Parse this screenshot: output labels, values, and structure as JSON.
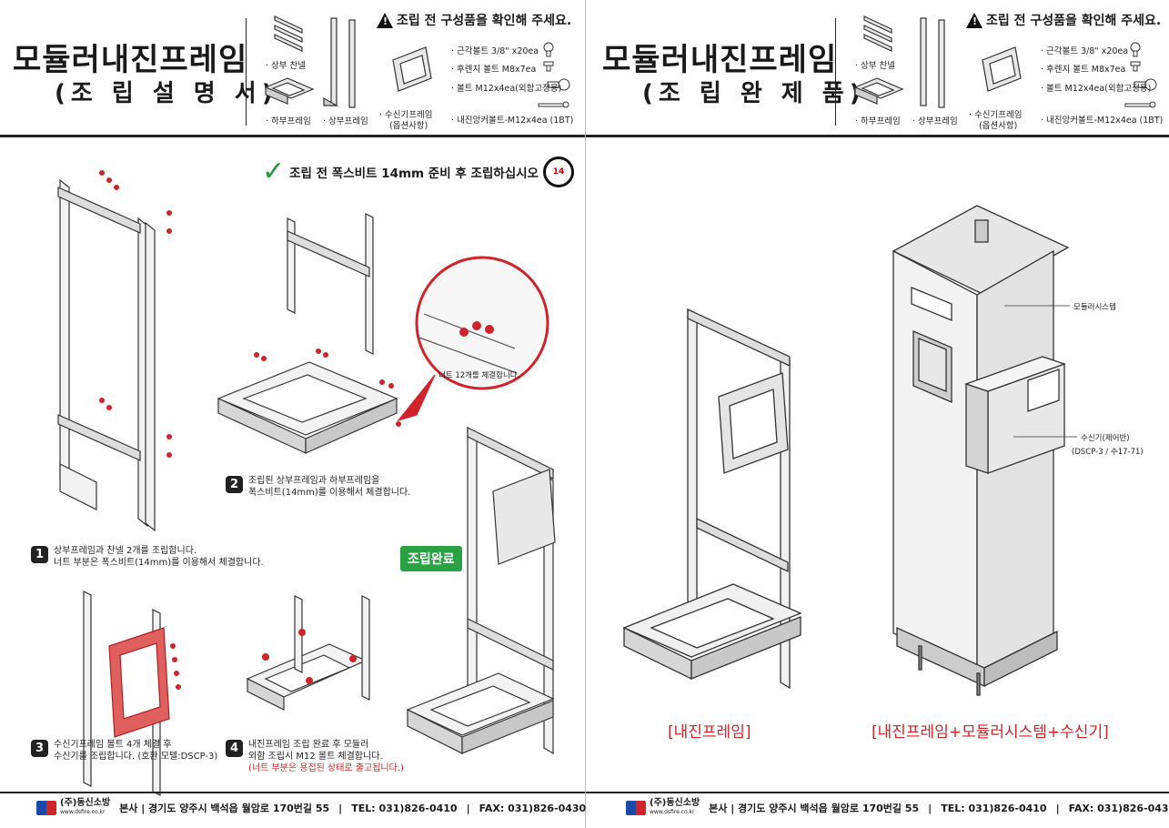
{
  "left": {
    "title": "모듈러내진프레임",
    "subtitle": "(조 립 설 명 서)",
    "warning": "조립 전 구성품을 확인해 주세요.",
    "parts": [
      "· 상부 찬넬",
      "· 하부프레임",
      "· 상부프레임",
      "· 수신기프레임",
      "(옵션사항)"
    ],
    "hardware": [
      "· 근각볼트 3/8\" x20ea",
      "· 후렌지 볼트 M8x7ea",
      "· 볼트 M12x4ea(외함고정용)",
      "· 내진앙커볼트-M12x4ea (1BT)"
    ],
    "tool_hint": "조립 전 폭스비트 14mm 준비 후 조립하십시오",
    "socket_size": "14",
    "nut_callout": "너트 12개를 체결합니다.",
    "done_label": "조립완료",
    "steps": [
      {
        "num": "1",
        "line1": "상부프레임과 찬넬 2개를 조립합니다.",
        "line2": "너트 부분은 폭스비트(14mm)를 이용해서 체결합니다."
      },
      {
        "num": "2",
        "line1": "조립된 상부프레임과 하부프레임을",
        "line2": "폭스비트(14mm)를 이용해서 체결합니다."
      },
      {
        "num": "3",
        "line1": "수신기프레임 볼트 4개 체결 후",
        "line2": "수신기를 조립합니다. (호환 모델:DSCP-3)"
      },
      {
        "num": "4",
        "line1": "내진프레임 조립 완료 후 모듈러",
        "line2": "외함 조립시 M12 볼트 체결합니다.",
        "line3": "(너트 부분은 용접된 상태로 출고됩니다.)"
      }
    ]
  },
  "right": {
    "title": "모듈러내진프레임",
    "subtitle": "(조 립 완 제 품)",
    "warning": "조립 전 구성품을 확인해 주세요.",
    "parts": [
      "· 상부 찬넬",
      "· 하부프레임",
      "· 상부프레임",
      "· 수신기프레임",
      "(옵션사항)"
    ],
    "hardware": [
      "· 근각볼트 3/8\" x20ea",
      "· 후렌지 볼트 M8x7ea",
      "· 볼트 M12x4ea(외함고정용)",
      "· 내진앙커볼트-M12x4ea (1BT)"
    ],
    "callout_system": "모듈러시스템",
    "callout_receiver": "수신기(제어반)",
    "callout_models": "(DSCP-3 / 수17-71)",
    "caption_frame": "[내진프레임]",
    "caption_full": "[내진프레임+모듈러시스템+수신기]"
  },
  "footer": {
    "company": "(주)동신소방",
    "website": "www.dsfire.co.kr",
    "address": "본사 | 경기도 양주시 백석읍 월암로 170번길 55",
    "tel": "TEL: 031)826-0410",
    "fax": "FAX: 031)826-0430"
  },
  "colors": {
    "accent_red": "#d1242a",
    "done_green": "#2aa143",
    "ink": "#1a1a1a"
  },
  "icons": [
    "warning-icon",
    "check-icon",
    "socket-icon",
    "logo-icon"
  ]
}
